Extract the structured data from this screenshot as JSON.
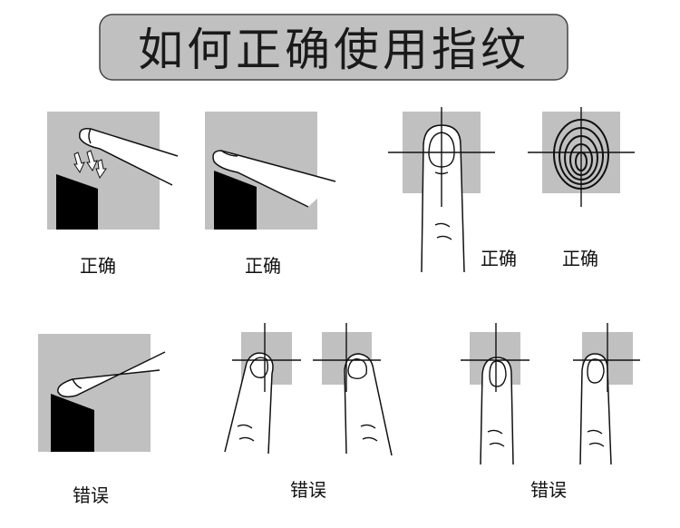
{
  "title": "如何正确使用指纹",
  "labels": {
    "correct_1": "正确",
    "correct_2": "正确",
    "correct_3": "正确",
    "correct_4": "正确",
    "wrong_1": "错误",
    "wrong_2": "错误",
    "wrong_3": "错误"
  },
  "colors": {
    "panel": "#c0c0c0",
    "block": "#000000"
  }
}
